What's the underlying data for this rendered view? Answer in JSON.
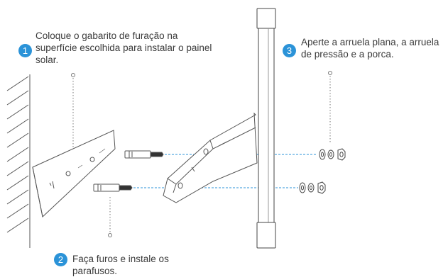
{
  "accent_color": "#2b93d8",
  "line_color": "#555555",
  "steps": [
    {
      "number": "1",
      "text": "Coloque o gabarito de furação na superfície escolhida para instalar o painel solar."
    },
    {
      "number": "2",
      "text": "Faça furos e instale os parafusos."
    },
    {
      "number": "3",
      "text": "Aperte a arruela plana, a arruela de pressão e a porca."
    }
  ],
  "icons": [
    "wall-hatching",
    "drilling-template",
    "expansion-screw",
    "mounting-bracket",
    "pole",
    "flat-washer",
    "spring-washer",
    "nut"
  ]
}
